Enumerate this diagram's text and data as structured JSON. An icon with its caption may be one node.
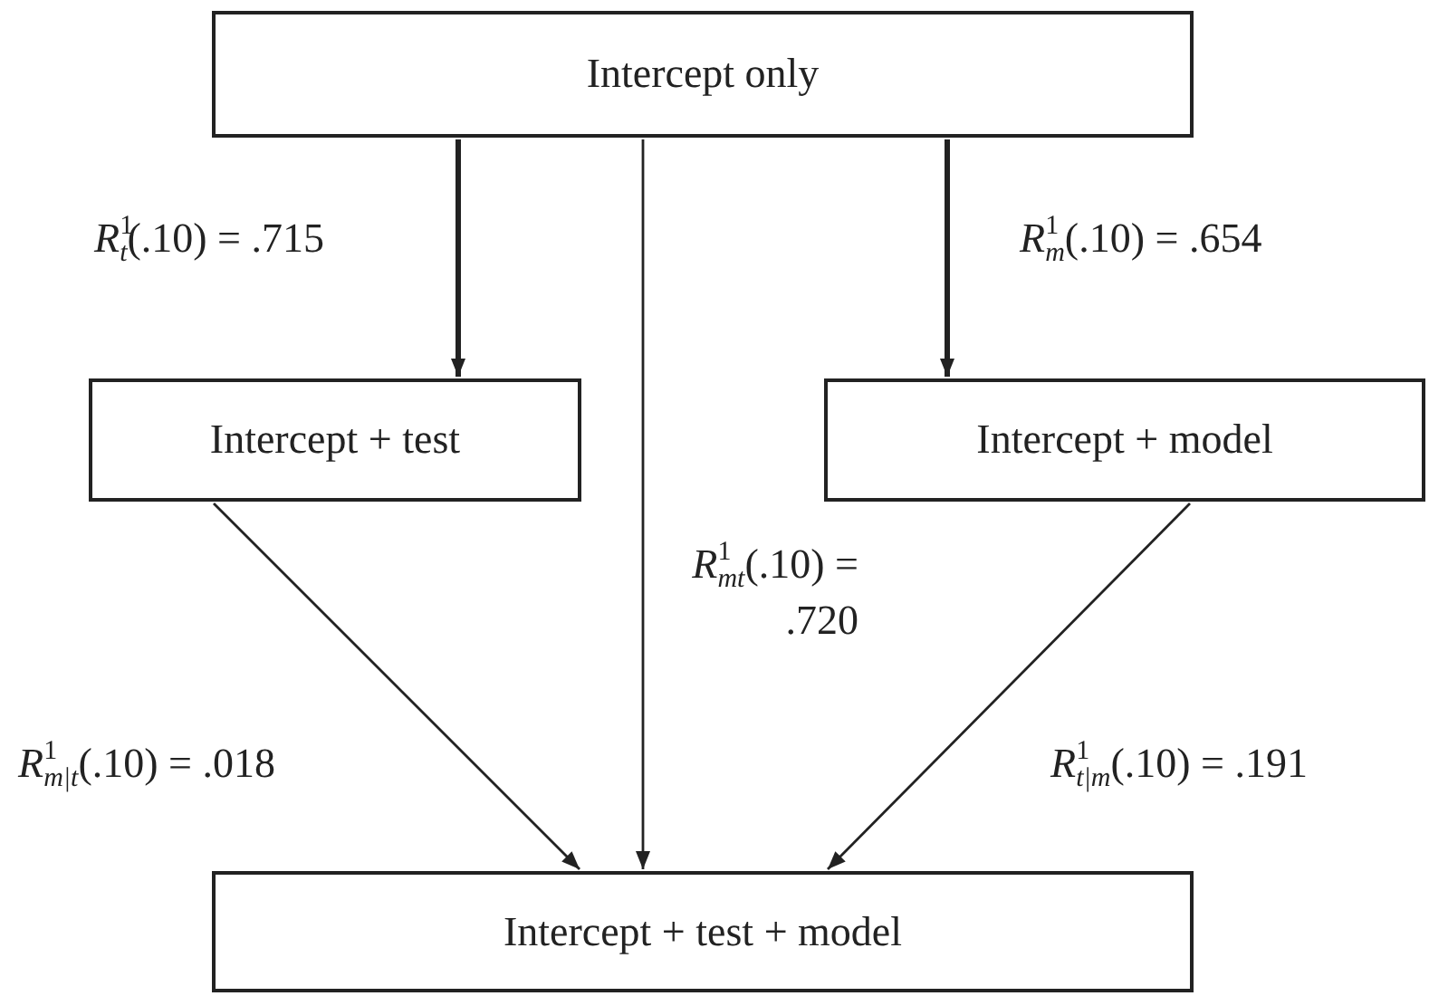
{
  "diagram": {
    "nodes": [
      {
        "text": [
          "Intercept only"
        ]
      },
      {
        "text": [
          "Intercept + test"
        ]
      },
      {
        "text": [
          "Intercept + model"
        ]
      },
      {
        "text": [
          "Intercept + test + model"
        ]
      }
    ],
    "edges": [
      {
        "from": 0,
        "to": 1,
        "arrow": "to",
        "style": "thick",
        "label": "*R*$^{1}$$_{t}$(.10) = .715"
      },
      {
        "from": 0,
        "to": 3,
        "arrow": "to",
        "label": "*R*$^{1}$$_{mt}$(.10) = .720"
      },
      {
        "from": 0,
        "to": 2,
        "arrow": "to",
        "style": "thick",
        "label": "*R*$^{1}$$_{m}$(.10) = .654"
      },
      {
        "from": 1,
        "to": 3,
        "arrow": "to",
        "label": "*R*$^{1}$$_{m|t}$(.10) = .018"
      },
      {
        "from": 2,
        "to": 3,
        "arrow": "to",
        "label": "*R*$^{1}$$_{t|m}$(.10) = .191"
      }
    ]
  }
}
